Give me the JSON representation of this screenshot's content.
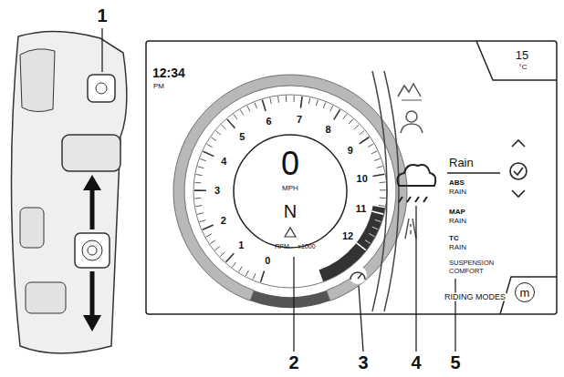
{
  "diagram": {
    "nodes": [
      {
        "text": [
          "m"
        ]
      }
    ],
    "labels": [
      "1",
      "2",
      "3",
      "4",
      "5",
      "12:34",
      "PM",
      "15",
      "°C",
      "0",
      "MPH",
      "N",
      "RPM",
      "x1000",
      "0",
      "1",
      "2",
      "3",
      "4",
      "5",
      "6",
      "7",
      "8",
      "9",
      "10",
      "11",
      "12",
      "Rain",
      "ABS",
      "RAIN",
      "MAP",
      "RAIN",
      "TC",
      "RAIN",
      "SUSPENSION",
      "COMFORT",
      "RIDING MODES"
    ]
  }
}
